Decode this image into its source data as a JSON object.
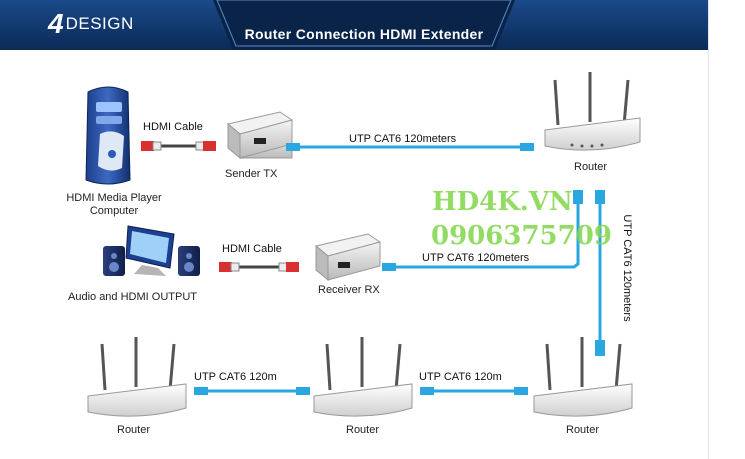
{
  "header": {
    "logo_number": "4",
    "logo_word": "DESIGN",
    "title": "Router Connection HDMI Extender"
  },
  "devices": {
    "computer_label_line1": "HDMI Media Player",
    "computer_label_line2": "Computer",
    "sender_label": "Sender TX",
    "receiver_label": "Receiver RX",
    "audio_label": "Audio and HDMI OUTPUT",
    "router_top_label": "Router",
    "router_bottom_left_label": "Router",
    "router_bottom_mid_label": "Router",
    "router_bottom_right_label": "Router"
  },
  "cables": {
    "hdmi_top": "HDMI Cable",
    "hdmi_mid": "HDMI Cable",
    "utp_top": "UTP CAT6 120meters",
    "utp_mid": "UTP CAT6 120meters",
    "utp_vertical": "UTP CAT6 120meters",
    "utp_bottom_left": "UTP CAT6 120m",
    "utp_bottom_right": "UTP CAT6 120m"
  },
  "watermark": {
    "line1": "HD4K.VN",
    "line2": "0906375709"
  },
  "colors": {
    "header_blue": "#12386e",
    "cable_blue": "#2aa7e0",
    "watermark_green": "#7fd64a"
  }
}
